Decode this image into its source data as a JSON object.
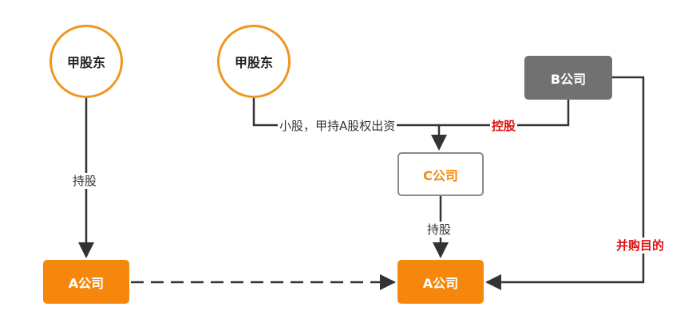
{
  "diagram": {
    "nodes": {
      "shareholder_left": "甲股东",
      "shareholder_right": "甲股东",
      "company_b": "B公司",
      "company_c": "C公司",
      "company_a_left": "A公司",
      "company_a_right": "A公司"
    },
    "edges": {
      "holds_left": "持股",
      "minority_contribution": "小股，甲持A股权出资",
      "control": "控股",
      "holds_right": "持股",
      "merger_purpose": "并购目的"
    },
    "colors": {
      "orange": "#f5880c",
      "circle_border": "#f0961e",
      "gray_box": "#717171",
      "line": "#333333",
      "red_label": "#e01010"
    }
  }
}
